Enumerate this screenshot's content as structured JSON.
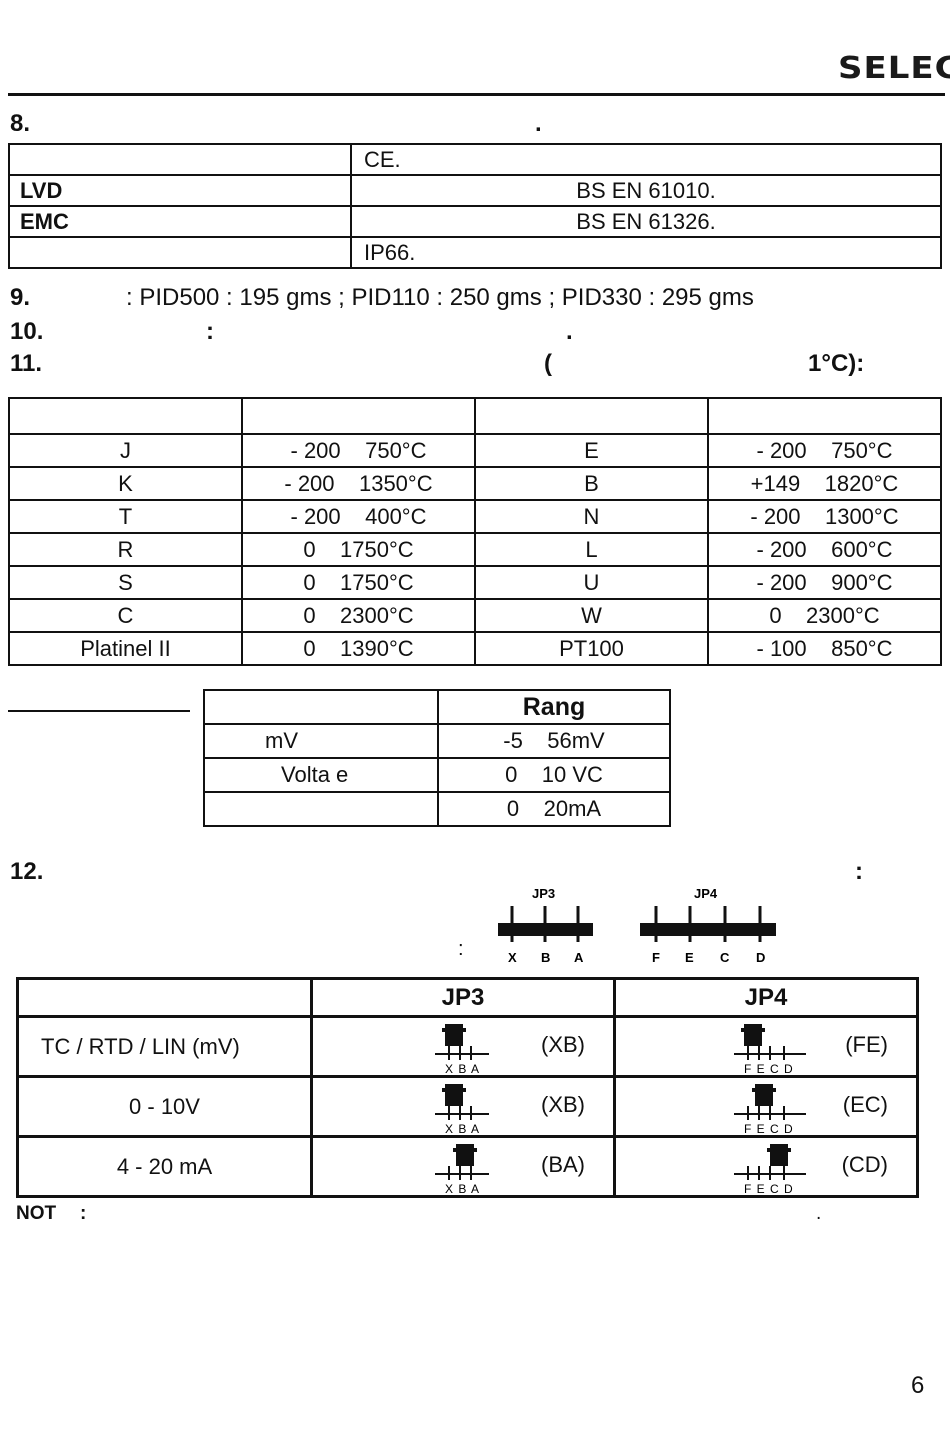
{
  "header": {
    "logo": "SELEC"
  },
  "section8": {
    "num": "8.",
    "dot": "."
  },
  "approvals": [
    {
      "label": "",
      "value": "CE.",
      "center": false
    },
    {
      "label": "LVD",
      "value": "BS EN 61010.",
      "center": true
    },
    {
      "label": "EMC",
      "value": "BS EN 61326.",
      "center": true
    },
    {
      "label": "",
      "value": "IP66.",
      "center": false
    }
  ],
  "section9": {
    "num": "9.",
    "text": ": PID500 : 195 gms ; PID110 : 250 gms ; PID330 : 295 gms"
  },
  "section10": {
    "num": "10.",
    "colon": ":",
    "dot": "."
  },
  "section11": {
    "num": "11.",
    "paren": "(",
    "resolution": "1°C):"
  },
  "sensor_table": {
    "rows": [
      [
        "J",
        "- 200    750°C",
        "E",
        "- 200    750°C"
      ],
      [
        "K",
        "- 200    1350°C",
        "B",
        "+149    1820°C"
      ],
      [
        "T",
        "- 200    400°C",
        "N",
        "- 200    1300°C"
      ],
      [
        "R",
        "0    1750°C",
        "L",
        "- 200    600°C"
      ],
      [
        "S",
        "0    1750°C",
        "U",
        "- 200    900°C"
      ],
      [
        "C",
        "0    2300°C",
        "W",
        "0    2300°C"
      ],
      [
        "Platinel II",
        "0    1390°C",
        "PT100",
        "- 100    850°C"
      ]
    ]
  },
  "linear_table": {
    "header": "Rang",
    "rows": [
      [
        "mV",
        "-5    56mV"
      ],
      [
        "Volta e",
        "0    10 VC"
      ],
      [
        "",
        "0    20mA"
      ]
    ]
  },
  "section12": {
    "num": "12.",
    "colon": ":",
    "colon2": ":"
  },
  "jumper_diagram": {
    "jp3": {
      "title": "JP3",
      "pins": [
        "X",
        "B",
        "A"
      ]
    },
    "jp4": {
      "title": "JP4",
      "pins": [
        "F",
        "E",
        "C",
        "D"
      ]
    }
  },
  "jumper_table": {
    "headers": [
      "",
      "JP3",
      "JP4"
    ],
    "rows": [
      {
        "label": "TC / RTD / LIN (mV)",
        "jp3": "(XB)",
        "jp4": "(FE)",
        "jp3_pins": "X B A",
        "jp4_pins": "F E C D"
      },
      {
        "label": "0 - 10V",
        "jp3": "(XB)",
        "jp4": "(EC)",
        "jp3_pins": "X B A",
        "jp4_pins": "F E C D"
      },
      {
        "label": "4 - 20 mA",
        "jp3": "(BA)",
        "jp4": "(CD)",
        "jp3_pins": "X B A",
        "jp4_pins": "F E C D"
      }
    ]
  },
  "note": {
    "label": "NOT",
    "colon": ":",
    "dot": "."
  },
  "page_number": "6"
}
